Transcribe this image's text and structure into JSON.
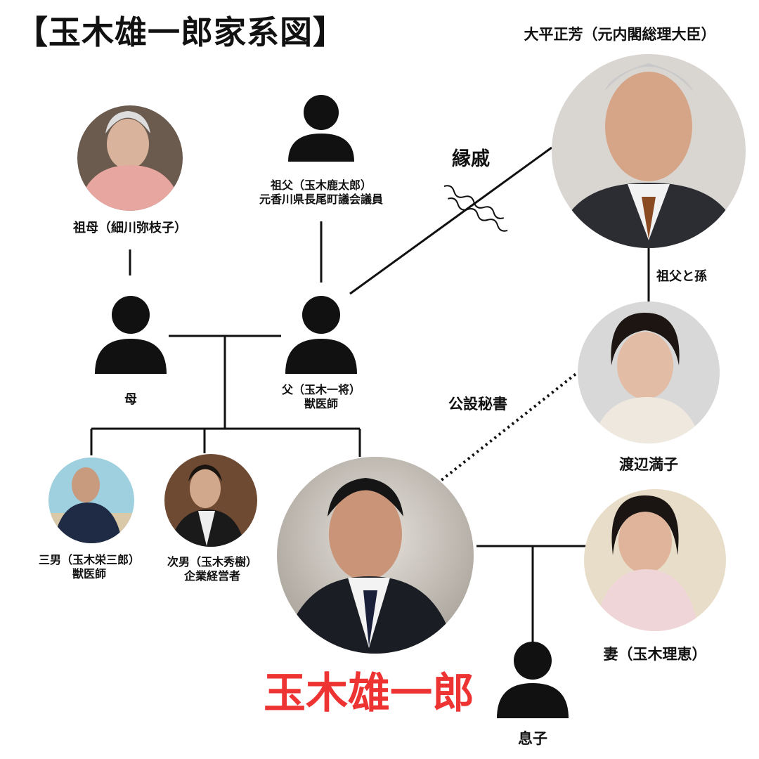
{
  "title": "【玉木雄一郎家系図】",
  "people": {
    "ohira": {
      "name": "大平正芳（元内閣総理大臣）"
    },
    "grandmother": {
      "name": "祖母（細川弥枝子）"
    },
    "grandfather": {
      "name": "祖父（玉木鹿太郎）",
      "role": "元香川県長尾町議会議員"
    },
    "mother": {
      "name": "母"
    },
    "father": {
      "name": "父（玉木一将）",
      "role": "獣医師"
    },
    "third_son": {
      "name": "三男（玉木栄三郎）",
      "role": "獣医師"
    },
    "second_son": {
      "name": "次男（玉木秀樹）",
      "role": "企業経営者"
    },
    "yuichiro": {
      "name": "玉木雄一郎"
    },
    "watanabe": {
      "name": "渡辺満子"
    },
    "wife": {
      "name": "妻（玉木理恵）"
    },
    "son": {
      "name": "息子"
    }
  },
  "relations": {
    "relatives": "縁戚",
    "grandfather_grandchild": "祖父と孫",
    "secretary": "公設秘書"
  },
  "colors": {
    "accent": "#ee3333",
    "line": "#111111"
  }
}
